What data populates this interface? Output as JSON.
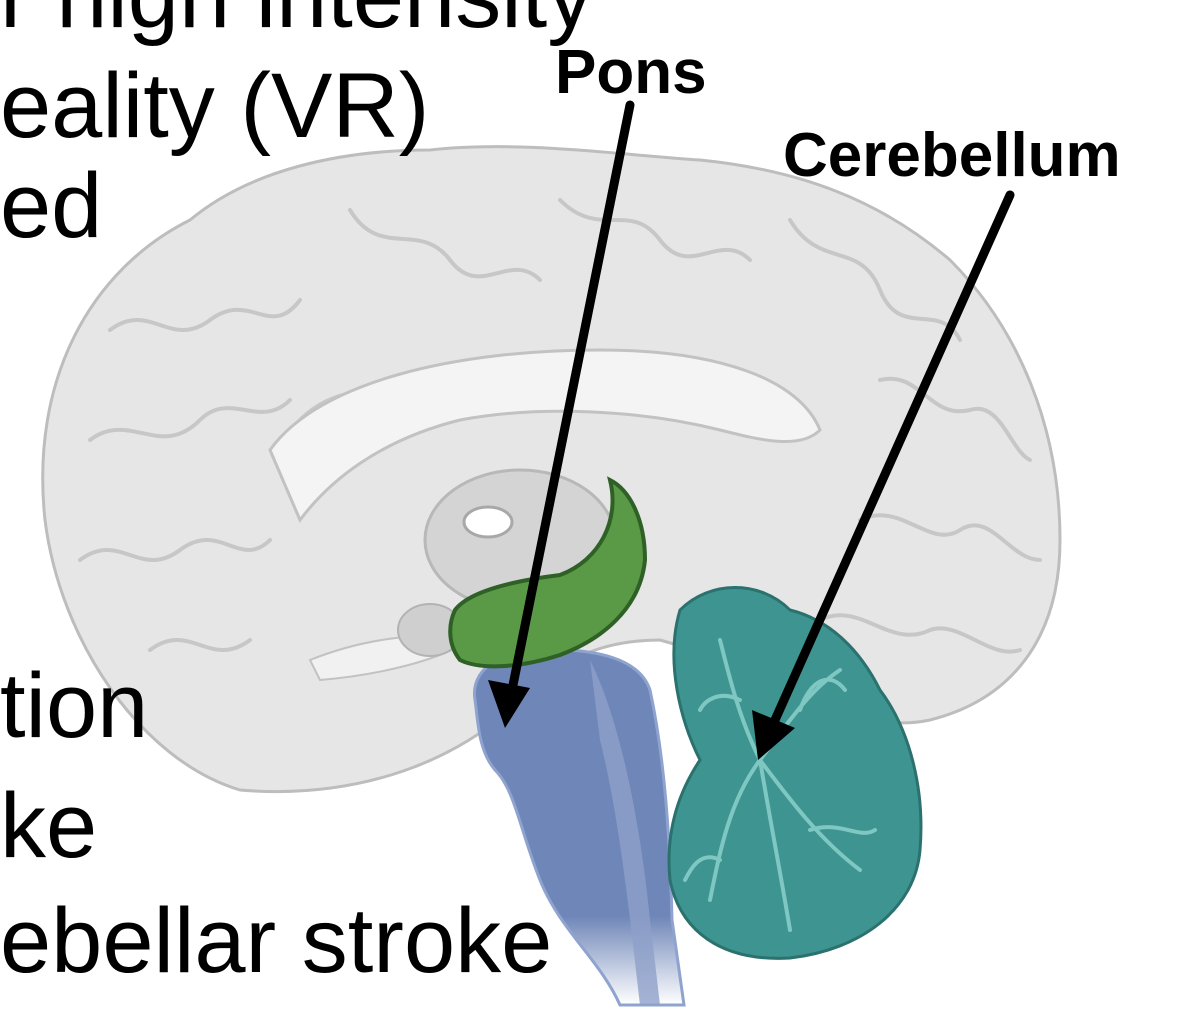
{
  "slide_text": {
    "line1": "r high intensity",
    "line2": "eality (VR)",
    "line3": "ed",
    "line4": "tion",
    "line5": "ke",
    "line6": "ebellar stroke"
  },
  "labels": {
    "pons": "Pons",
    "cerebellum": "Cerebellum"
  },
  "colors": {
    "cerebrum_fill": "#e6e6e6",
    "cerebrum_stroke": "#bdbdbd",
    "pons_green": "#4f8a3b",
    "brainstem_blue": "#6f86b8",
    "cerebellum_teal": "#3e9490",
    "arrow": "#000000"
  }
}
